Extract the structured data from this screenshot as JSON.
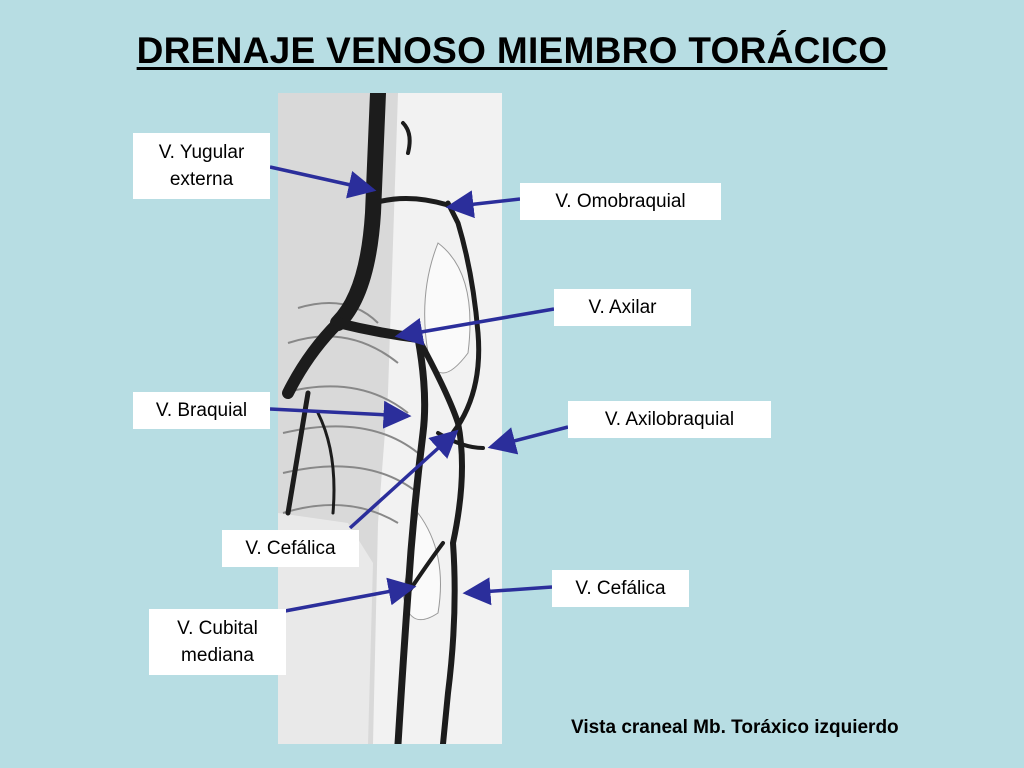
{
  "title": "DRENAJE VENOSO MIEMBRO TORÁCICO",
  "labels": {
    "yugular": "V. Yugular externa",
    "omobraquial": "V. Omobraquial",
    "axilar": "V. Axilar",
    "braquial": "V. Braquial",
    "axilobraquial": "V. Axilobraquial",
    "cefalica_1": "V. Cefálica",
    "cefalica_2": "V. Cefálica",
    "cubital": "V. Cubital mediana"
  },
  "caption": "Vista craneal Mb. Toráxico izquierdo",
  "colors": {
    "background": "#b7dde3",
    "arrow": "#2b2e9b",
    "vein": "#1c1c1c"
  }
}
